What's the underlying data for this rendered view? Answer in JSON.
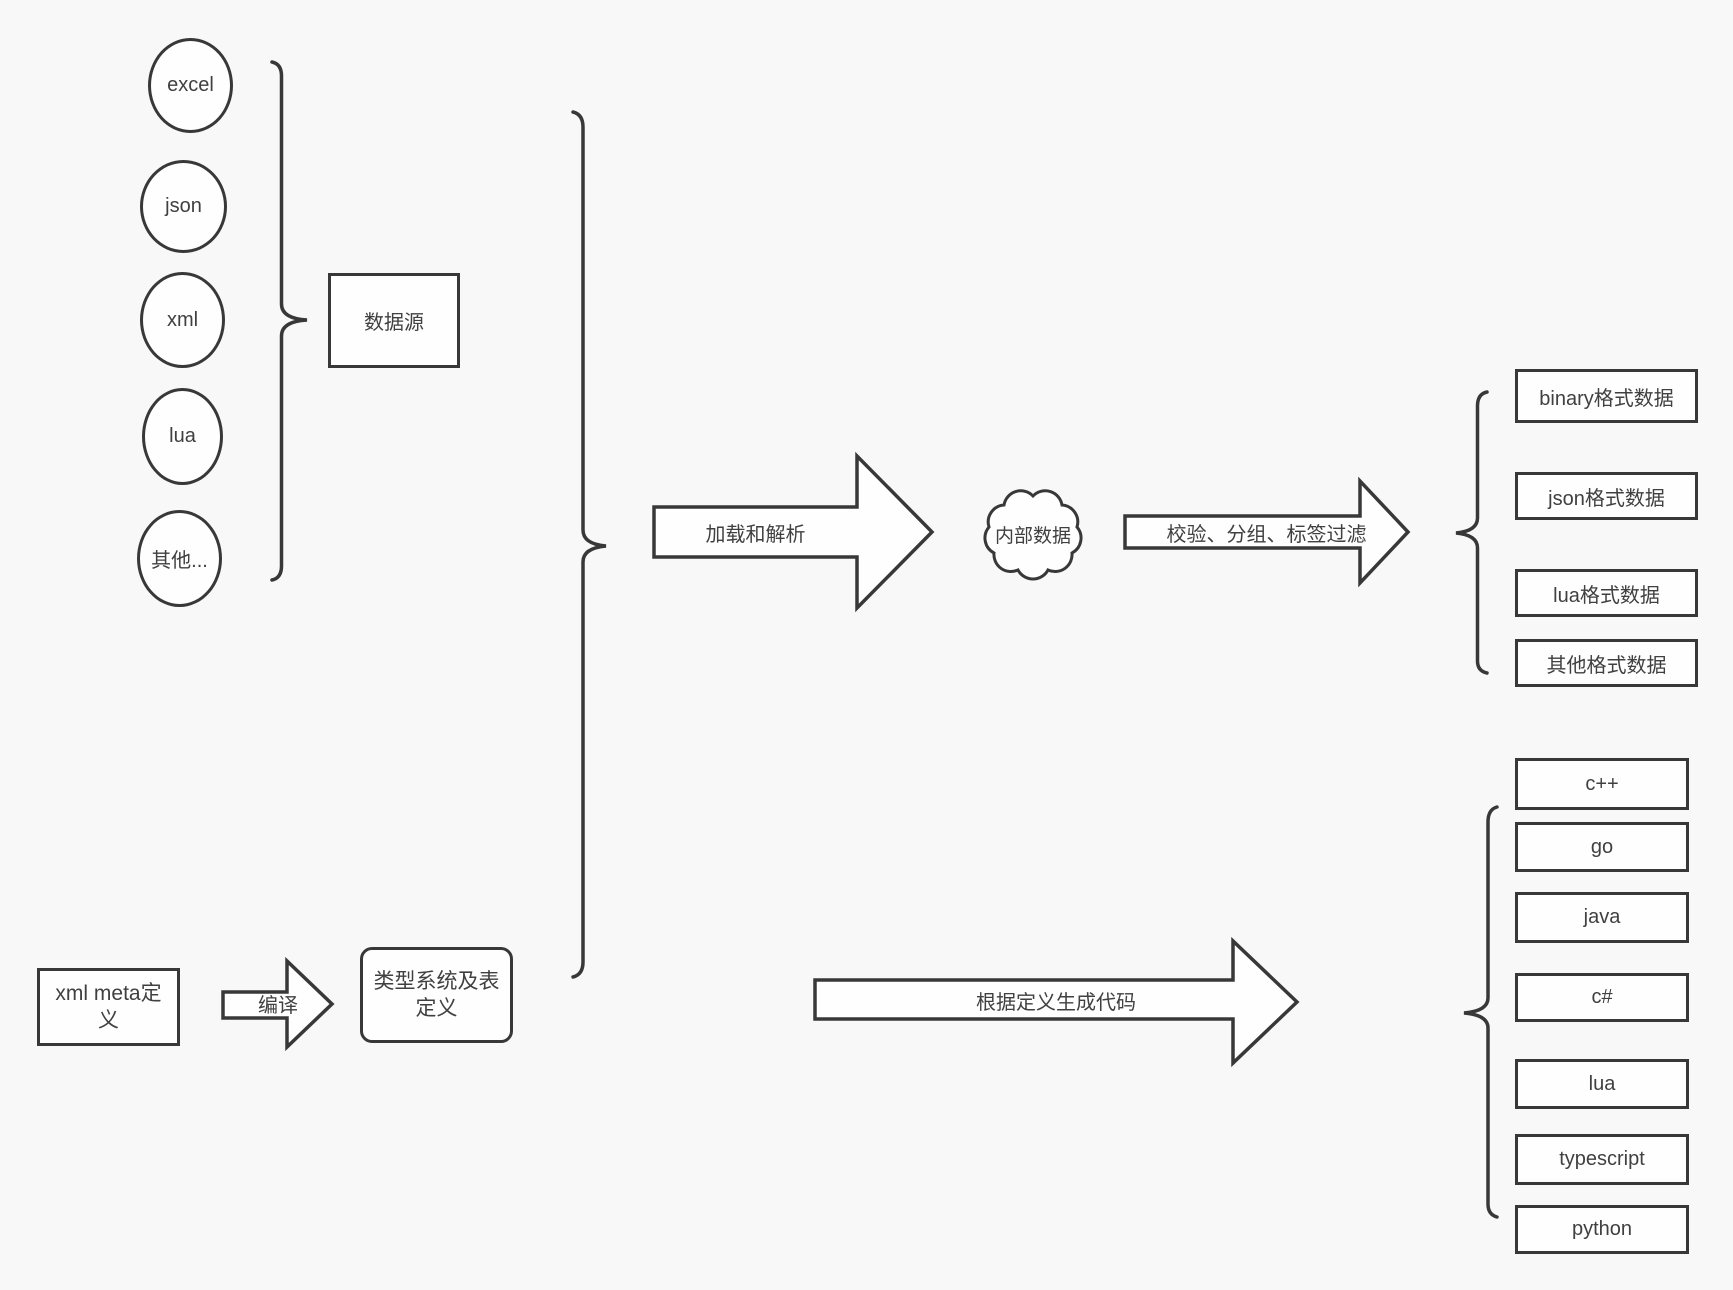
{
  "colors": {
    "background": "#f8f8f8",
    "shape_fill": "#fefefe",
    "stroke": "#383838",
    "text": "#404040"
  },
  "sources": {
    "items": [
      "excel",
      "json",
      "xml",
      "lua",
      "其他..."
    ],
    "group_label": "数据源"
  },
  "pipeline": {
    "load_arrow_label": "加载和解析",
    "cloud_label": "内部数据",
    "filter_arrow_label": "校验、分组、标签过滤"
  },
  "outputs": {
    "formats": [
      "binary格式数据",
      "json格式数据",
      "lua格式数据",
      "其他格式数据"
    ],
    "languages": [
      "c++",
      "go",
      "java",
      "c#",
      "lua",
      "typescript",
      "python"
    ]
  },
  "definitions": {
    "xml_meta_label": "xml meta定义",
    "compile_arrow_label": "编译",
    "type_system_label": "类型系统及表定义",
    "codegen_arrow_label": "根据定义生成代码"
  }
}
